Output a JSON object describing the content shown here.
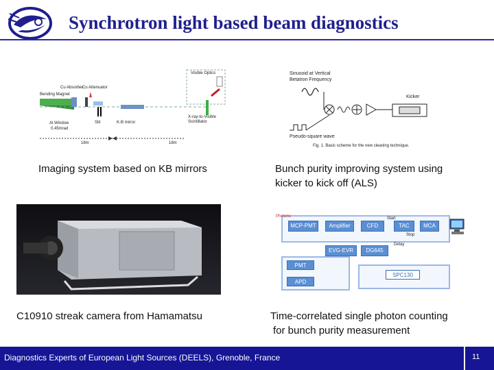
{
  "title": "Synchrotron light based beam diagnostics",
  "logo": {
    "icon": "institute-logo-icon",
    "color": "#1f1f8f"
  },
  "captions": {
    "kb": "Imaging system based on KB mirrors",
    "bunch1": "Bunch purity improving system using",
    "bunch2": "kicker to kick off   (ALS)",
    "streak": "C10910 streak camera from Hamamatsu",
    "tcspc1": "Time-correlated single photon counting",
    "tcspc2": "for bunch purity measurement"
  },
  "kb_diagram": {
    "visible_optics": "Visible Optics",
    "cu_absorber": "Cu Absorber",
    "cu_attenuator": "Cu Attenuator",
    "bending_magnet": "Bending Magnet",
    "slit": "Slit",
    "kb_mirror": "K-B mirror",
    "al_window": "Al Window",
    "mrad": "0.45mrad",
    "scint1": "X-ray-to-Visible",
    "scint2": "Scintillator",
    "dist1": "18m",
    "dist2": "18m"
  },
  "als_diagram": {
    "line1": "Sinusoid at Vertical",
    "line2": "Betatron Frequency",
    "kicker": "Kicker",
    "pseudo": "Pseudo-square wave",
    "fig": "Fig. 1.  Basic scheme for the new cleaning technique."
  },
  "tcspc_diagram": {
    "photons": "Photons",
    "mcp": "MCP-PMT",
    "amp": "Amplifier",
    "cfd": "CFD",
    "tac": "TAC",
    "mca": "MCA",
    "start": "Start",
    "stop": "Stop",
    "delay": "Delay",
    "evg": "EVG-EVR",
    "dg": "DG645",
    "pmt": "PMT",
    "apd": "APD",
    "spc": "SPC130"
  },
  "footer": {
    "text": "Diagnostics Experts of European Light Sources (DEELS), Grenoble, France",
    "page": "11"
  },
  "colors": {
    "footer": "#151595",
    "title": "#1f1f8f",
    "box": "#5b8fd4"
  }
}
